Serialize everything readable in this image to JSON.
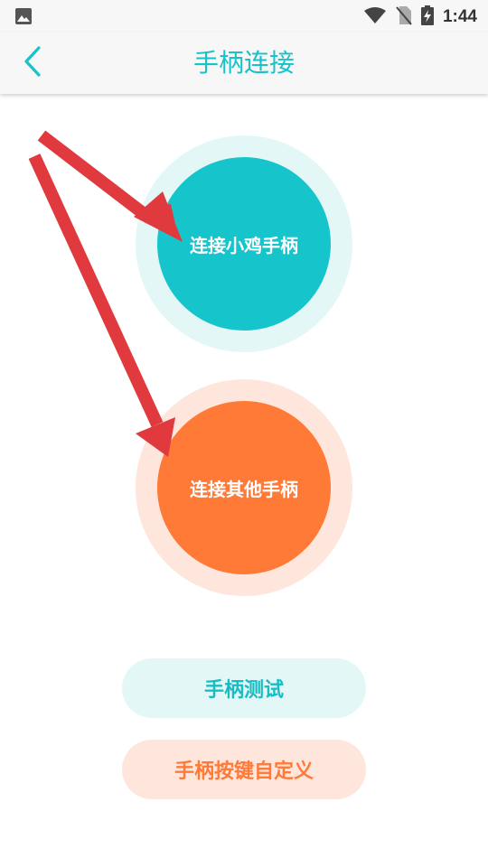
{
  "status_bar": {
    "time": "1:44",
    "icons": [
      "image-icon",
      "wifi-icon",
      "no-sim-icon",
      "battery-charging-icon"
    ]
  },
  "header": {
    "title": "手柄连接",
    "back_icon": "chevron-left-icon"
  },
  "main": {
    "connect_xiaoji_label": "连接小鸡手柄",
    "connect_other_label": "连接其他手柄",
    "gamepad_test_label": "手柄测试",
    "key_mapping_label": "手柄按键自定义"
  },
  "colors": {
    "accent_teal": "#16c5cb",
    "accent_orange": "#ff7a37",
    "arrow_red": "#e0393e"
  }
}
